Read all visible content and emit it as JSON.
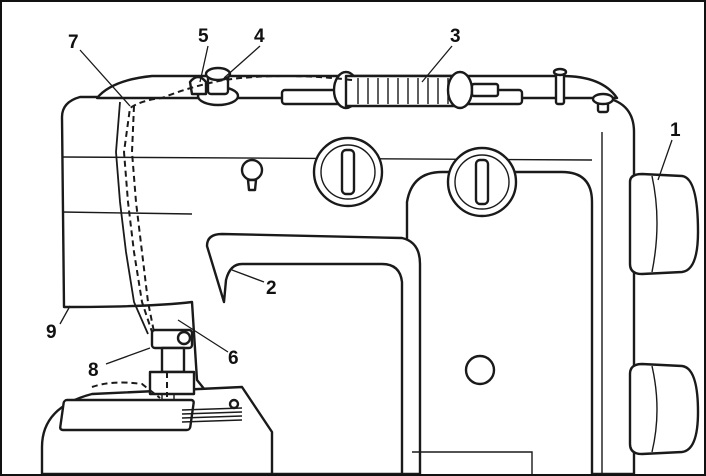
{
  "diagram": {
    "callouts": [
      {
        "id": "1",
        "label": "1"
      },
      {
        "id": "2",
        "label": "2"
      },
      {
        "id": "3",
        "label": "3"
      },
      {
        "id": "4",
        "label": "4"
      },
      {
        "id": "5",
        "label": "5"
      },
      {
        "id": "6",
        "label": "6"
      },
      {
        "id": "7",
        "label": "7"
      },
      {
        "id": "8",
        "label": "8"
      },
      {
        "id": "9",
        "label": "9"
      }
    ],
    "colors": {
      "line": "#1a1a1a",
      "background": "#ffffff",
      "border": "#111111"
    }
  }
}
